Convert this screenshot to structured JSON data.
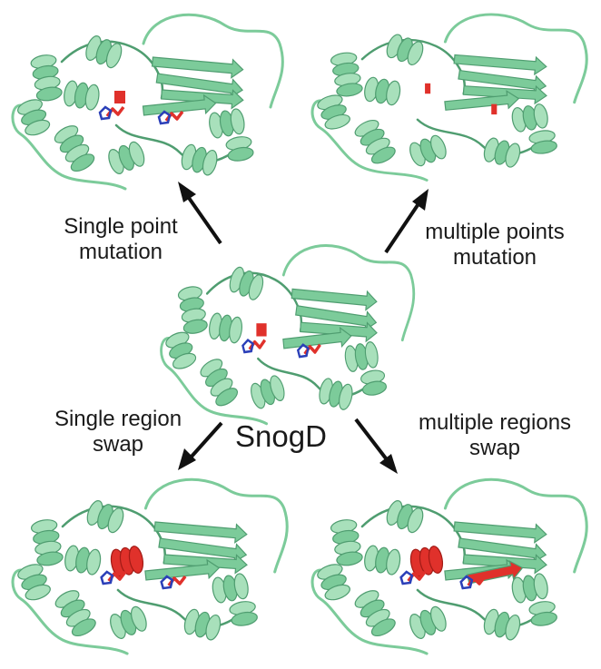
{
  "center": {
    "name": "SnogD"
  },
  "labels": {
    "top_left": [
      "Single point",
      "mutation"
    ],
    "top_right": [
      "multiple points",
      "mutation"
    ],
    "bottom_left": [
      "Single region",
      "swap"
    ],
    "bottom_right": [
      "multiple regions",
      "swap"
    ]
  },
  "colors": {
    "protein": "#7ccb9a",
    "protein_dark": "#4f9d70",
    "protein_light": "#a8e0bb",
    "highlight": "#e0312b",
    "ligand_blue": "#2b3fb8",
    "arrow": "#111111",
    "text": "#1a1a1a"
  }
}
